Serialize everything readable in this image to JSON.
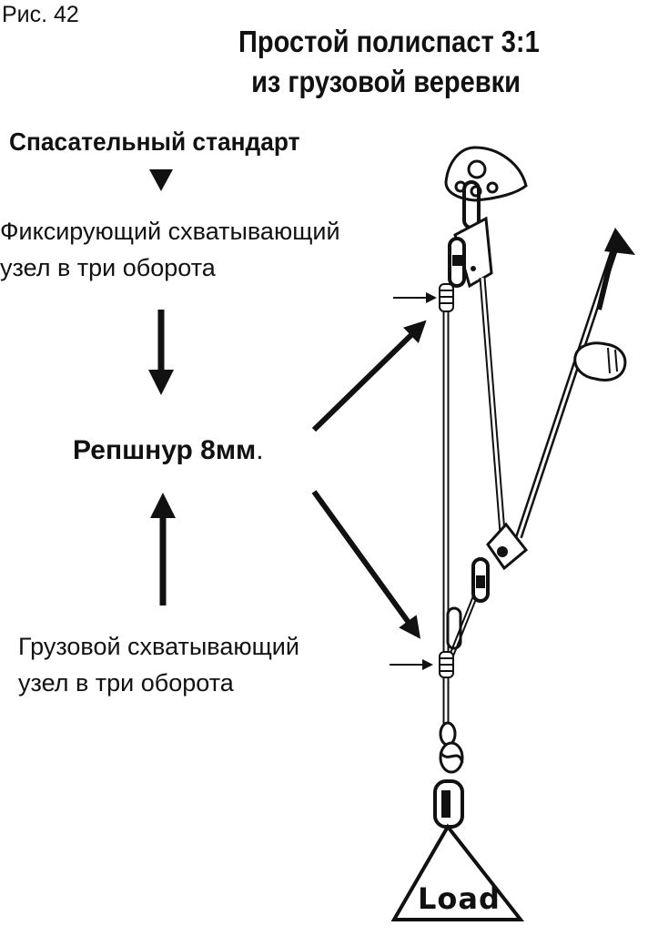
{
  "figure_label": "Рис. 42",
  "title": {
    "line1": "Простой полиспаст 3:1",
    "line2": "из грузовой веревки"
  },
  "labels": {
    "rescue_standard": "Спасательный стандарт",
    "fix_knot_line1": "Фиксирующий схватывающий",
    "fix_knot_line2": "узел в три оборота",
    "cord": "Репшнур 8мм",
    "cord_dot": ".",
    "load_knot_line1": "Грузовой схватывающий",
    "load_knot_line2": "узел в три оборота",
    "load": "Load"
  },
  "colors": {
    "ink": "#111111",
    "background": "#ffffff"
  }
}
